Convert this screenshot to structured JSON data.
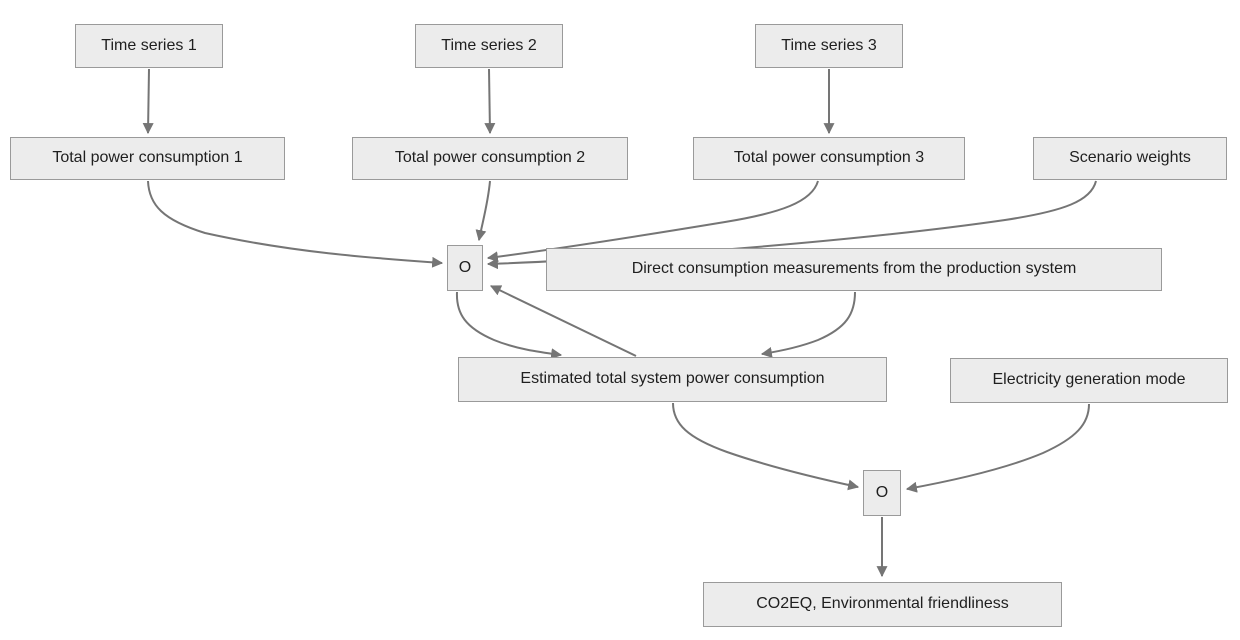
{
  "diagram": {
    "type": "flowchart",
    "direction": "top-down",
    "background_color": "#ffffff",
    "node_fill_color": "#ececec",
    "node_border_color": "#9a9a9a",
    "edge_color": "#757575",
    "text_color": "#1f1f1f",
    "nodes": {
      "ts1": {
        "label": "Time series 1"
      },
      "ts2": {
        "label": "Time series 2"
      },
      "ts3": {
        "label": "Time series 3"
      },
      "tpc1": {
        "label": "Total power consumption 1"
      },
      "tpc2": {
        "label": "Total power consumption 2"
      },
      "tpc3": {
        "label": "Total power consumption 3"
      },
      "sw": {
        "label": "Scenario weights"
      },
      "o1": {
        "label": "O"
      },
      "direct": {
        "label": "Direct consumption measurements from the production system"
      },
      "est": {
        "label": "Estimated total system power consumption"
      },
      "egm": {
        "label": "Electricity generation mode"
      },
      "o2": {
        "label": "O"
      },
      "co2": {
        "label": "CO2EQ, Environmental friendliness"
      }
    },
    "edges": [
      {
        "from": "Time series 1",
        "to": "Total power consumption 1"
      },
      {
        "from": "Time series 2",
        "to": "Total power consumption 2"
      },
      {
        "from": "Time series 3",
        "to": "Total power consumption 3"
      },
      {
        "from": "Total power consumption 1",
        "to": "O (merge 1)"
      },
      {
        "from": "Total power consumption 2",
        "to": "O (merge 1)"
      },
      {
        "from": "Total power consumption 3",
        "to": "O (merge 1)"
      },
      {
        "from": "Scenario weights",
        "to": "O (merge 1)"
      },
      {
        "from": "Direct consumption measurements from the production system",
        "to": "Estimated total system power consumption"
      },
      {
        "from": "O (merge 1)",
        "to": "Estimated total system power consumption"
      },
      {
        "from": "Estimated total system power consumption",
        "to": "O (merge 1)"
      },
      {
        "from": "Estimated total system power consumption",
        "to": "O (merge 2)"
      },
      {
        "from": "Electricity generation mode",
        "to": "O (merge 2)"
      },
      {
        "from": "O (merge 2)",
        "to": "CO2EQ, Environmental friendliness"
      }
    ]
  }
}
